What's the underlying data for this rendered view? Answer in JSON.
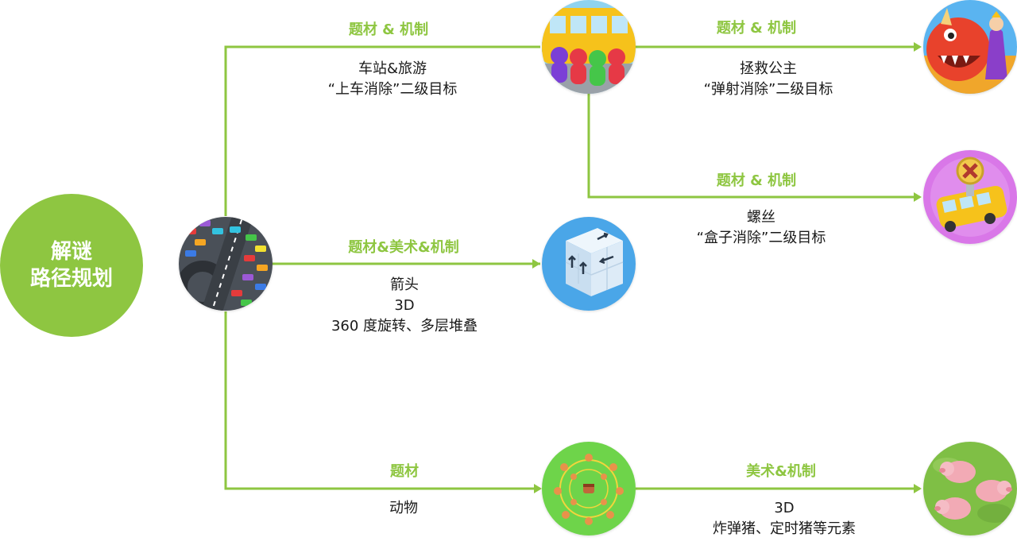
{
  "root": {
    "line1": "解谜",
    "line2": "路径规划"
  },
  "colors": {
    "accent": "#8ec641",
    "text": "#1a1a1a"
  },
  "branches": {
    "bus": {
      "label": "题材 & 机制",
      "desc": [
        "车站&旅游",
        "“上车消除”二级目标"
      ]
    },
    "princess": {
      "label": "题材 & 机制",
      "desc": [
        "拯救公主",
        "“弹射消除”二级目标"
      ]
    },
    "screw": {
      "label": "题材 & 机制",
      "desc": [
        "螺丝",
        "“盒子消除”二级目标"
      ]
    },
    "arrow": {
      "label": "题材&美术&机制",
      "desc": [
        "箭头",
        "3D",
        "360 度旋转、多层堆叠"
      ]
    },
    "animal": {
      "label": "题材",
      "desc": [
        "动物"
      ]
    },
    "pig": {
      "label": "美术&机制",
      "desc": [
        "3D",
        "炸弹猪、定时猪等元素"
      ]
    }
  },
  "icons": {
    "source": "car-parking-game-icon",
    "bus": "bus-game-icon",
    "princess": "dragon-princess-game-icon",
    "screw": "screw-bus-game-icon",
    "arrow": "arrow-cube-game-icon",
    "animal": "animal-ring-game-icon",
    "pig": "pig-game-icon"
  }
}
